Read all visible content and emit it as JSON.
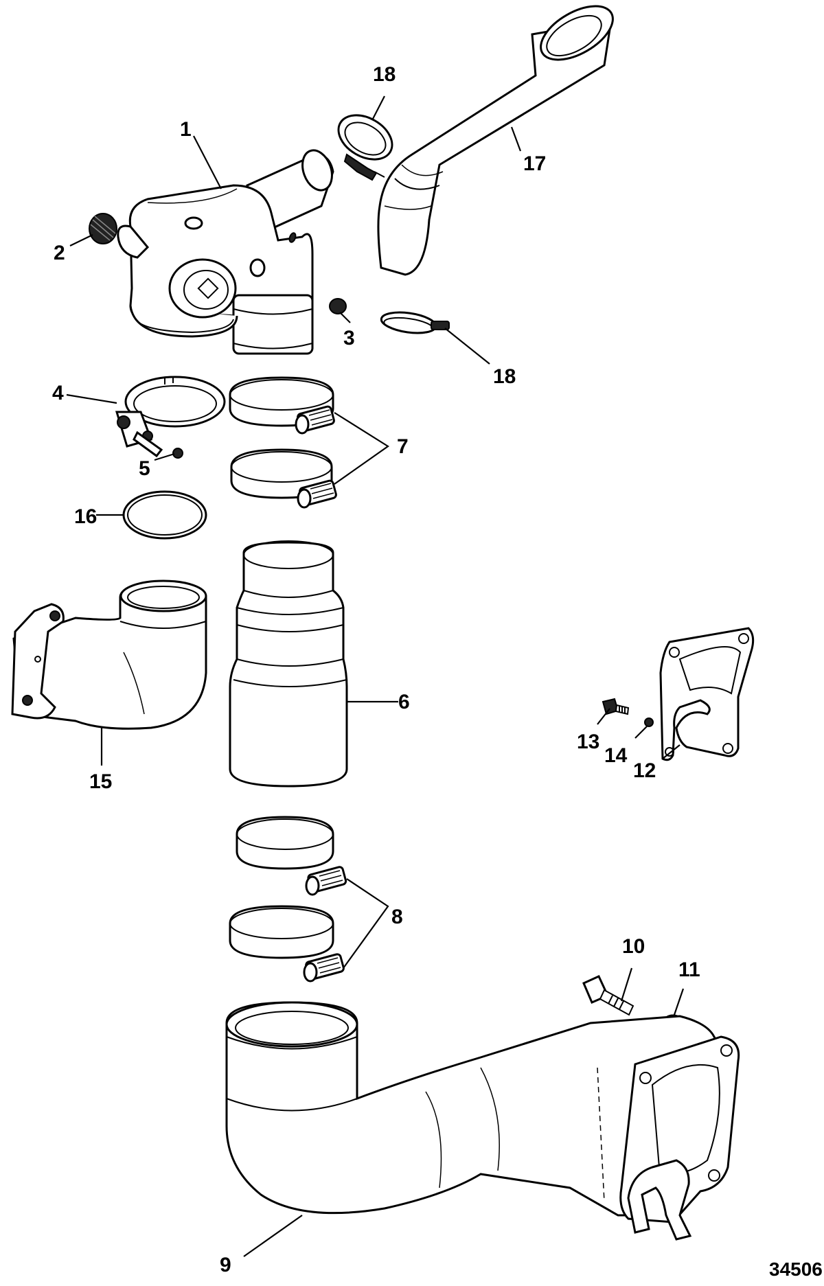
{
  "figure_number": "34506",
  "callouts": [
    {
      "id": "1",
      "text": "1"
    },
    {
      "id": "2",
      "text": "2"
    },
    {
      "id": "3",
      "text": "3"
    },
    {
      "id": "4",
      "text": "4"
    },
    {
      "id": "5",
      "text": "5"
    },
    {
      "id": "6",
      "text": "6"
    },
    {
      "id": "7",
      "text": "7"
    },
    {
      "id": "8",
      "text": "8"
    },
    {
      "id": "9",
      "text": "9"
    },
    {
      "id": "10",
      "text": "10"
    },
    {
      "id": "11",
      "text": "11"
    },
    {
      "id": "12",
      "text": "12"
    },
    {
      "id": "13",
      "text": "13"
    },
    {
      "id": "14",
      "text": "14"
    },
    {
      "id": "15",
      "text": "15"
    },
    {
      "id": "16",
      "text": "16"
    },
    {
      "id": "17",
      "text": "17"
    },
    {
      "id": "18a",
      "text": "18"
    },
    {
      "id": "18b",
      "text": "18"
    }
  ]
}
